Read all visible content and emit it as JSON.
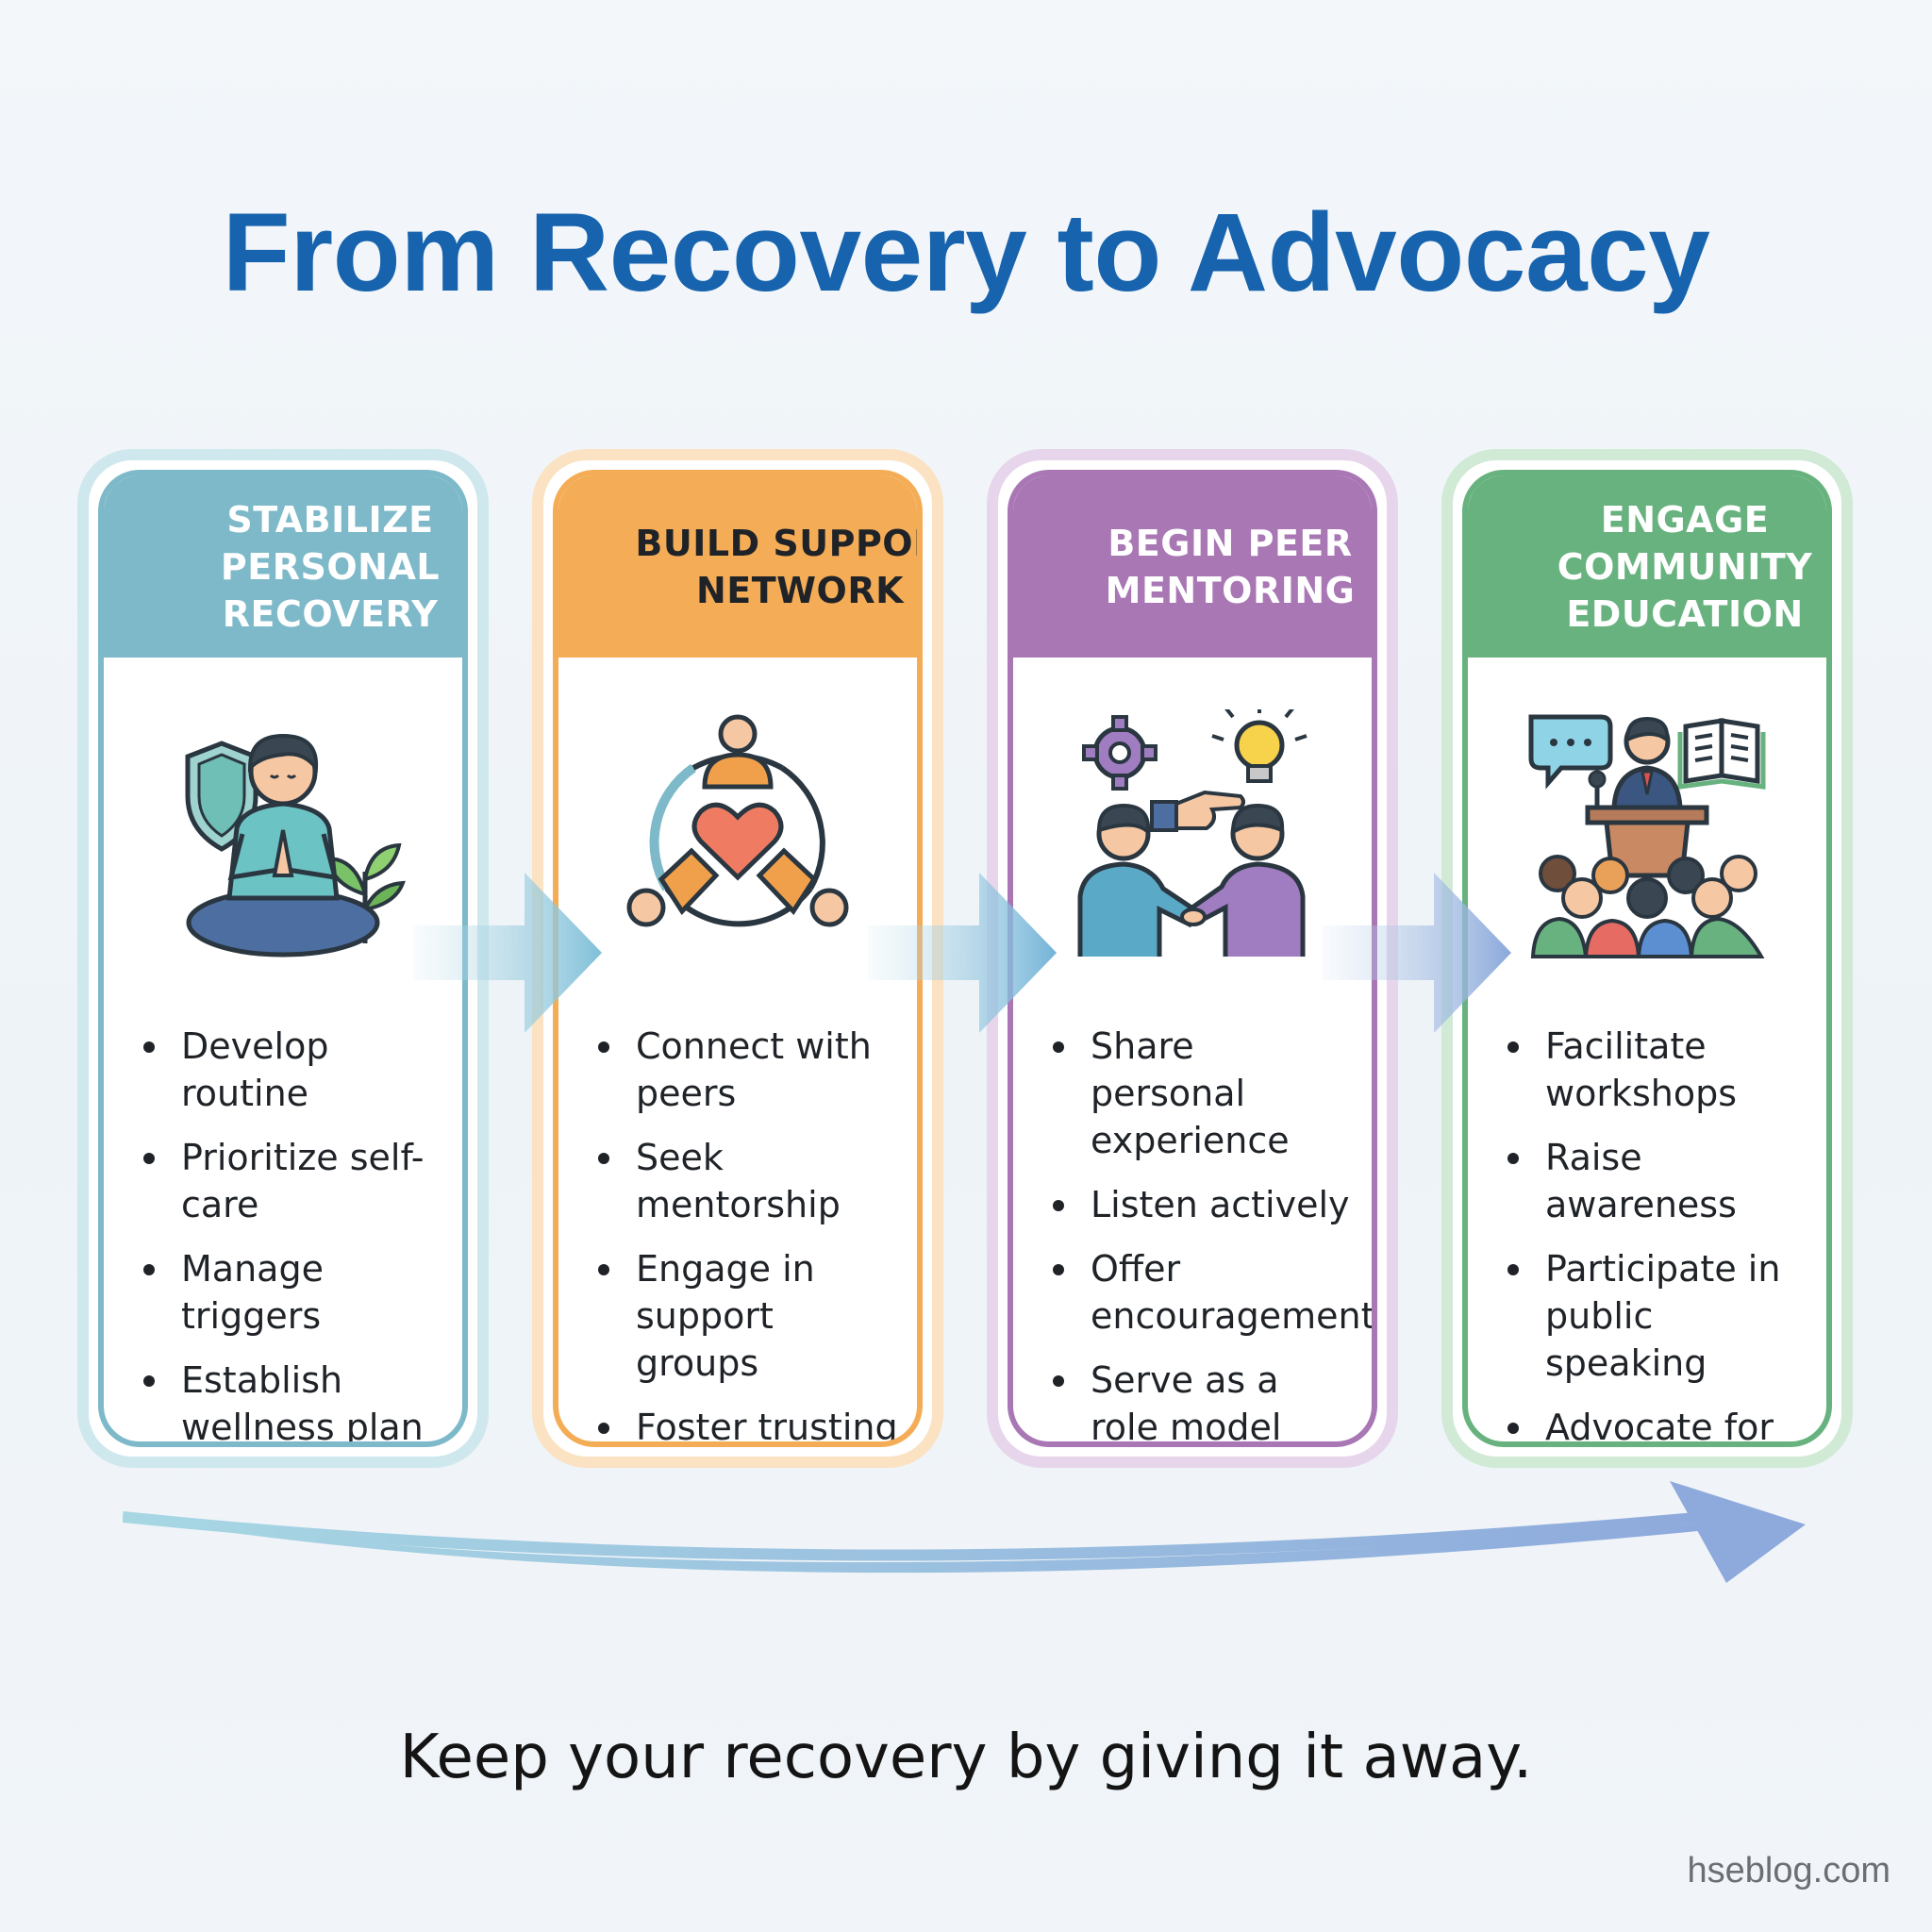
{
  "title": "From Recovery to Advocacy",
  "stages": [
    {
      "heading": "STABILIZE PERSONAL RECOVERY",
      "icon": "meditation-icon",
      "color": "#7db9c9",
      "head_text_color": "#ffffff",
      "items": [
        "Develop routine",
        "Prioritize self-care",
        "Manage triggers",
        "Establish wellness plan"
      ]
    },
    {
      "heading": "BUILD SUPPORT NETWORK",
      "icon": "support-circle-icon",
      "color": "#f4ad56",
      "head_text_color": "#1f2328",
      "items": [
        "Connect with peers",
        "Seek mentorship",
        "Engage in support groups",
        "Foster trusting relationships"
      ]
    },
    {
      "heading": "BEGIN PEER MENTORING",
      "icon": "mentoring-handshake-icon",
      "color": "#a877b4",
      "head_text_color": "#ffffff",
      "items": [
        "Share personal experience",
        "Listen actively",
        "Offer encouragement",
        "Serve as a role model"
      ]
    },
    {
      "heading": "ENGAGE COMMUNITY EDUCATION",
      "icon": "public-speaking-icon",
      "color": "#67b27e",
      "head_text_color": "#ffffff",
      "items": [
        "Facilitate workshops",
        "Raise awareness",
        "Participate in public speaking",
        "Advocate for resources"
      ]
    }
  ],
  "motto": "Keep your recovery by giving it away.",
  "watermark": "hseblog.com"
}
